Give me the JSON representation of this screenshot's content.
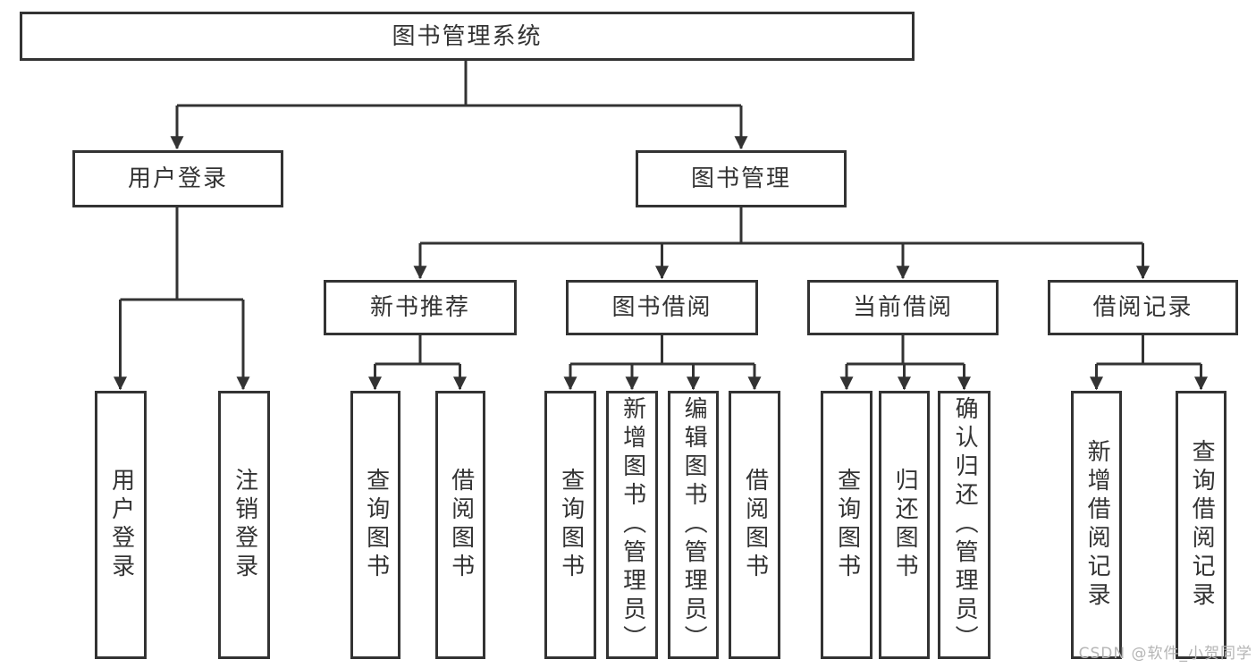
{
  "tree": {
    "label": "图书管理系统",
    "children": [
      {
        "label": "用户登录",
        "children": [
          {
            "label": "用户登录"
          },
          {
            "label": "注销登录"
          }
        ]
      },
      {
        "label": "图书管理",
        "children": [
          {
            "label": "新书推荐",
            "children": [
              {
                "label": "查询图书"
              },
              {
                "label": "借阅图书"
              }
            ]
          },
          {
            "label": "图书借阅",
            "children": [
              {
                "label": "查询图书"
              },
              {
                "label": "新增图书（管理员）"
              },
              {
                "label": "编辑图书（管理员）"
              },
              {
                "label": "借阅图书"
              }
            ]
          },
          {
            "label": "当前借阅",
            "children": [
              {
                "label": "查询图书"
              },
              {
                "label": "归还图书"
              },
              {
                "label": "确认归还（管理员）"
              }
            ]
          },
          {
            "label": "借阅记录",
            "children": [
              {
                "label": "新增借阅记录"
              },
              {
                "label": "查询借阅记录"
              }
            ]
          }
        ]
      }
    ]
  },
  "watermark": {
    "text": "CSDN @软件_小贺同学",
    "color": "#b5b5b5"
  },
  "colors": {
    "line": "#333333",
    "border": "#333333",
    "text": "#333333",
    "background": "#ffffff"
  }
}
